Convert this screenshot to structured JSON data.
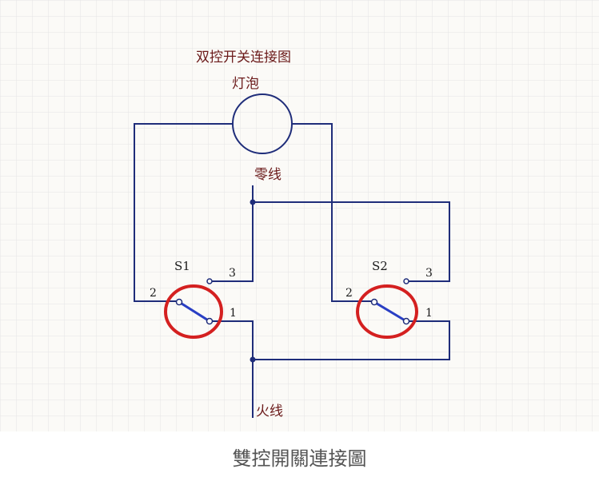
{
  "diagram": {
    "title": "双控开关连接图",
    "bulb_label": "灯泡",
    "neutral_label": "零线",
    "live_label": "火线",
    "switch1": {
      "name": "S1",
      "pin1": "1",
      "pin2": "2",
      "pin3": "3"
    },
    "switch2": {
      "name": "S2",
      "pin1": "1",
      "pin2": "2",
      "pin3": "3"
    }
  },
  "caption": "雙控開關連接圖",
  "colors": {
    "wire": "#1f2d7a",
    "switch_lever": "#2a3fc4",
    "highlight": "#d42020",
    "grid": "#e4e4e4",
    "paper": "#fbfaf7"
  }
}
